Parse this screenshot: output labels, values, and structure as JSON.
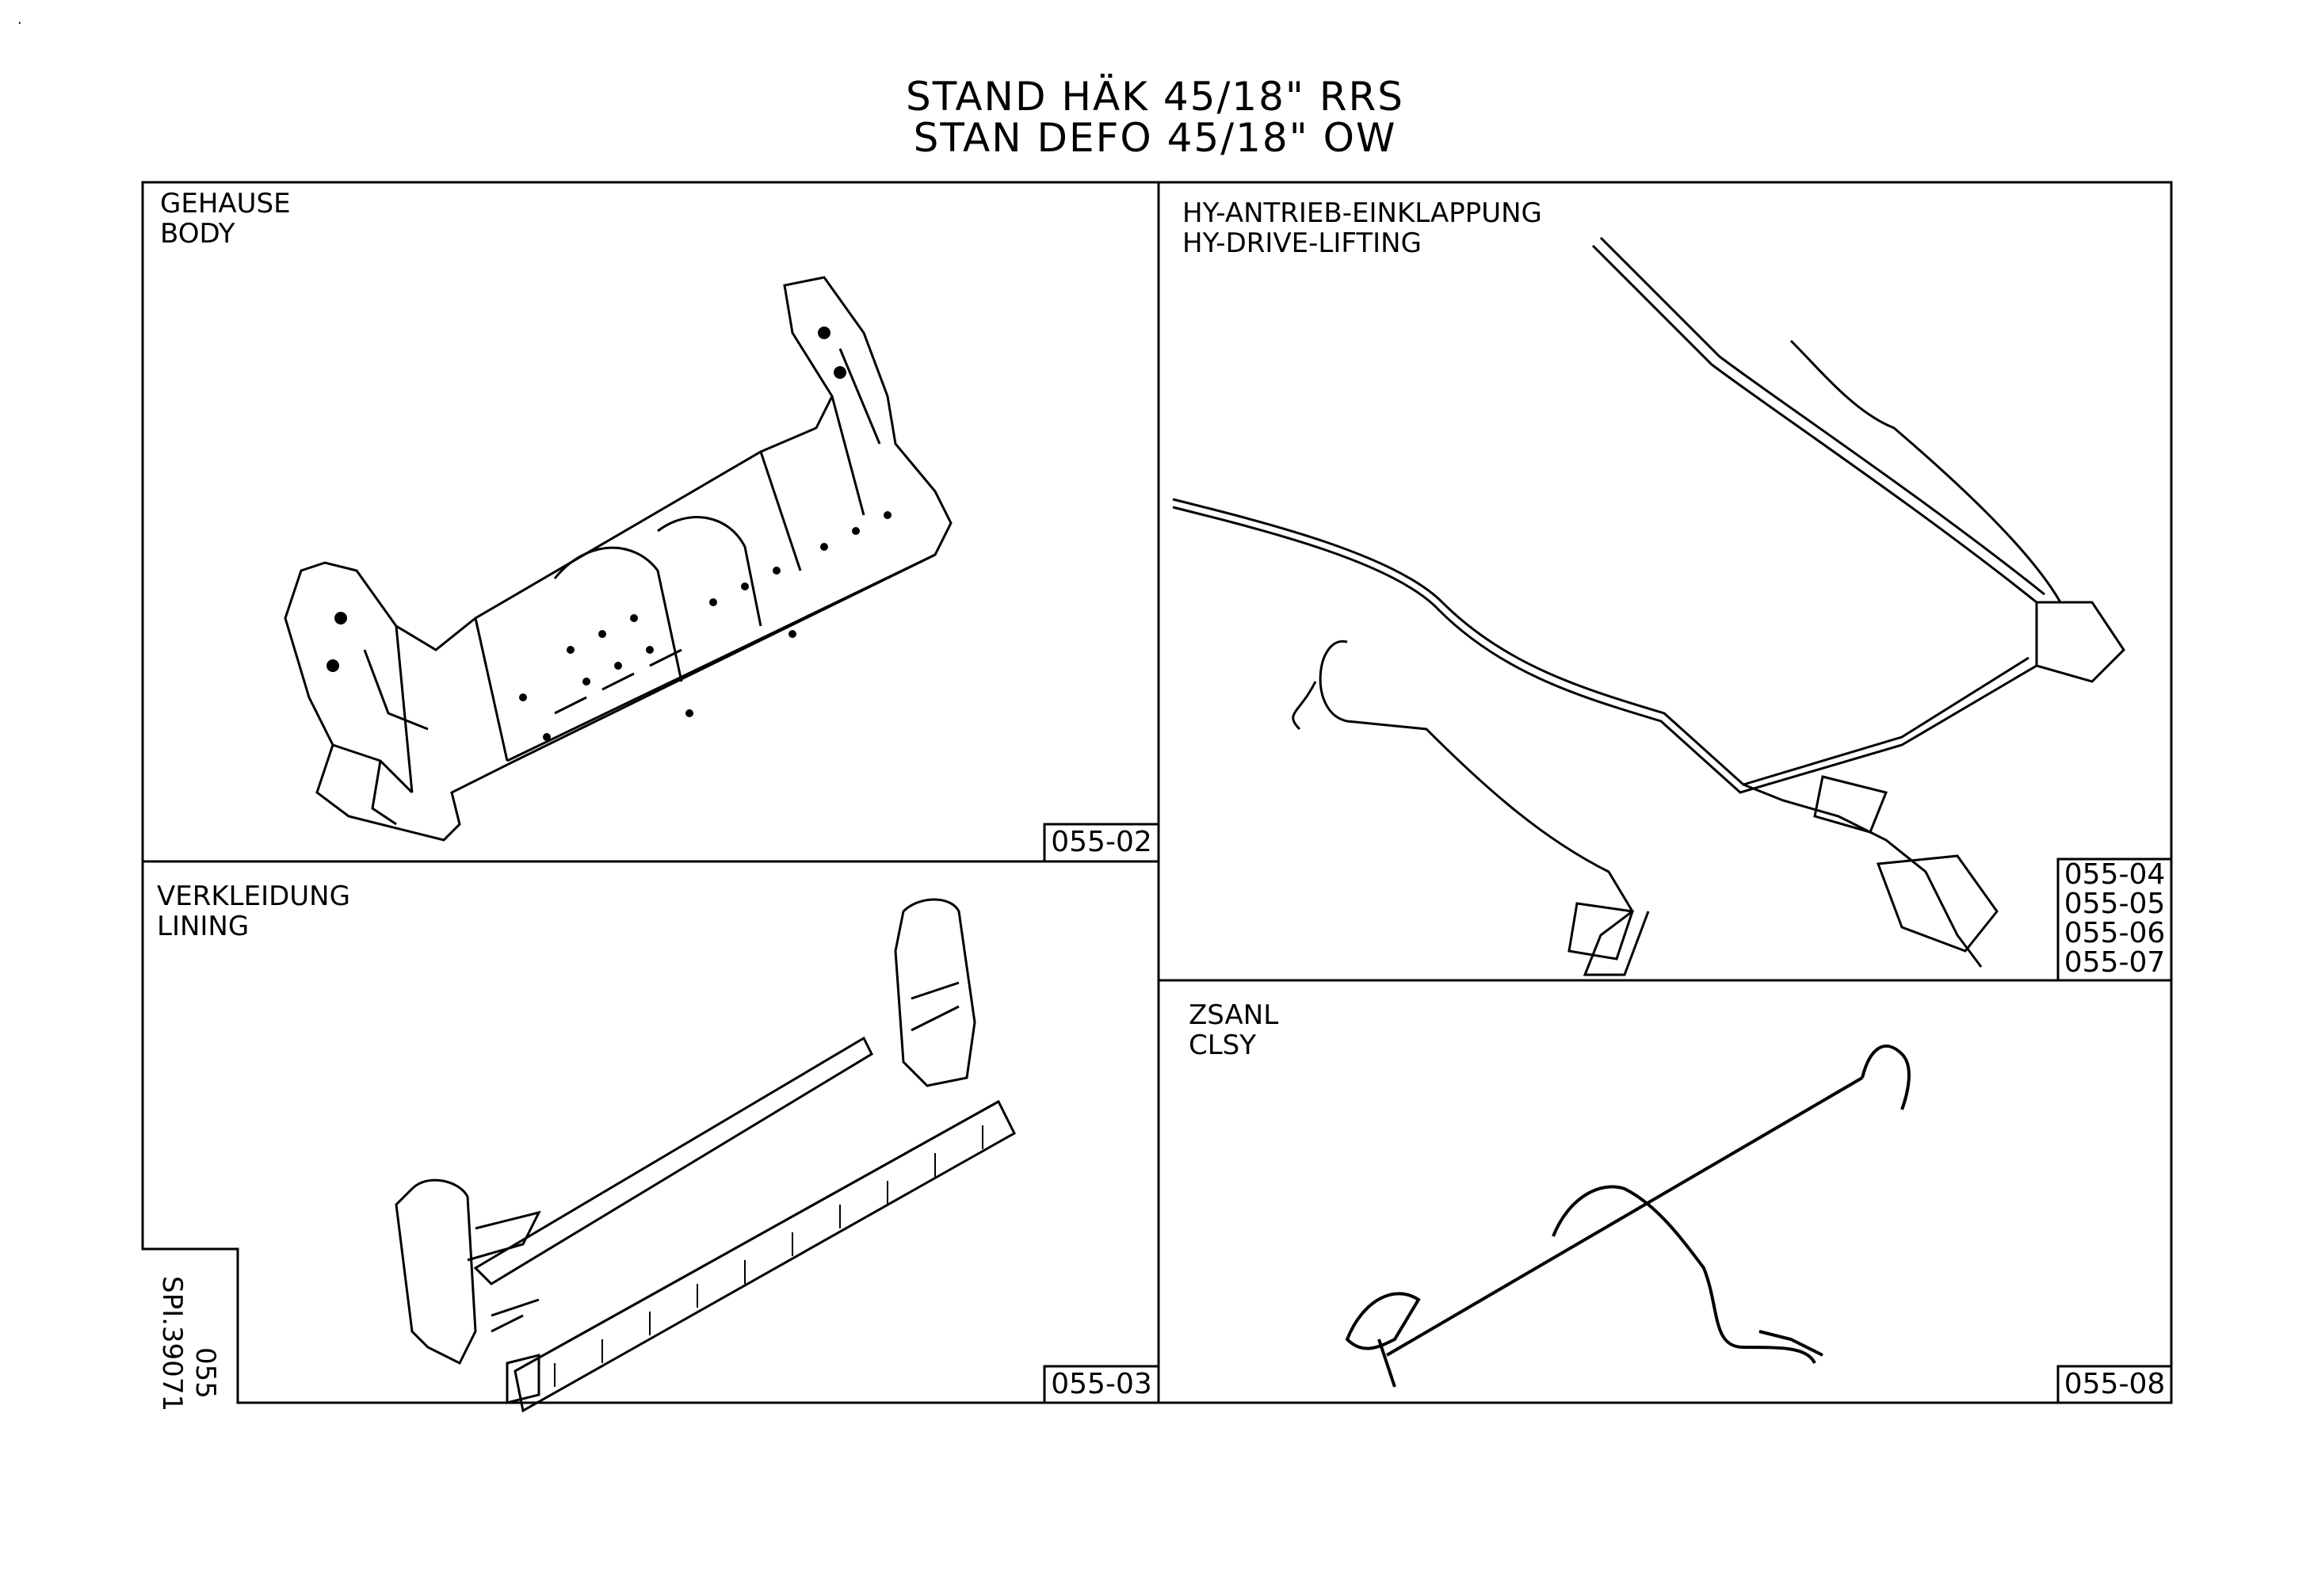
{
  "sheet": {
    "corner_mark": ".",
    "title_line1": "STAND HÄK 45/18\" RRS",
    "title_line2": "STAN DEFO 45/18\" OW",
    "side_label_page": "055",
    "side_label_code": "SPI.39071"
  },
  "panels": [
    {
      "label_de": "GEHAUSE",
      "label_en": "BODY",
      "refs": [
        "055-02"
      ],
      "illustration": "body-frame-drawing"
    },
    {
      "label_de": "HY-ANTRIEB-EINKLAPPUNG",
      "label_en": "HY-DRIVE-LIFTING",
      "refs": [
        "055-04",
        "055-05",
        "055-06",
        "055-07"
      ],
      "illustration": "hydraulic-lines-drawing"
    },
    {
      "label_de": "VERKLEIDUNG",
      "label_en": "LINING",
      "refs": [
        "055-03"
      ],
      "illustration": "lining-panels-drawing"
    },
    {
      "label_de": "ZSANL",
      "label_en": "CLSY",
      "refs": [
        "055-08"
      ],
      "illustration": "wiring-harness-drawing"
    }
  ],
  "colors": {
    "ink": "#000000",
    "paper": "#ffffff"
  }
}
